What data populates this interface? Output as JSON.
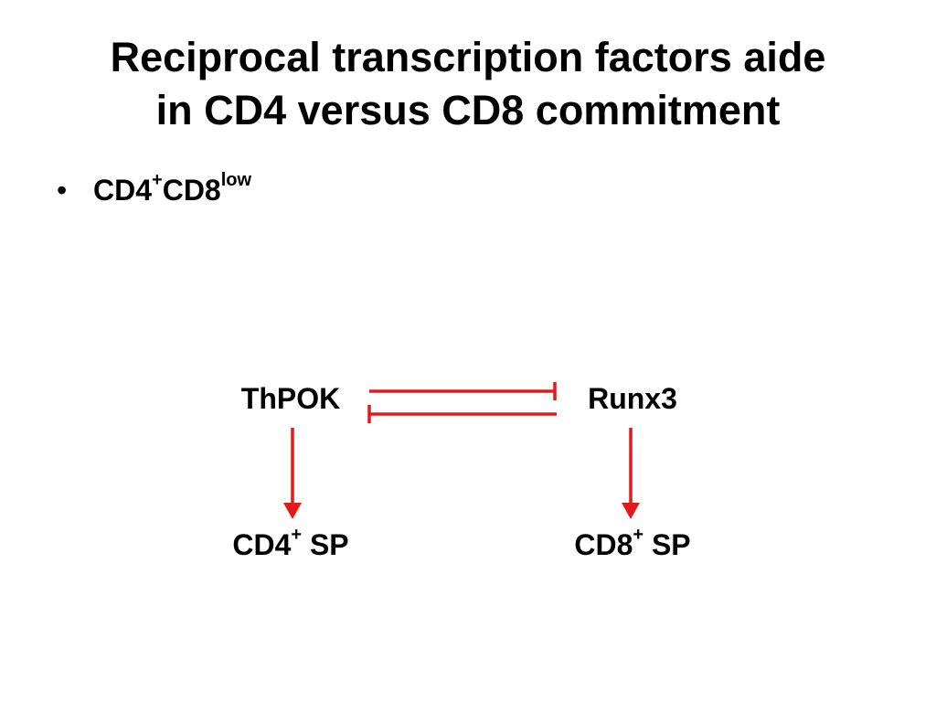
{
  "title": {
    "line1": "Reciprocal transcription factors aide",
    "line2": "in CD4 versus CD8 commitment"
  },
  "bullet": {
    "symbol": "•",
    "text_main_1": "CD4",
    "sup_1": "+",
    "text_main_2": "CD8",
    "sup_2": "low"
  },
  "nodes": {
    "thpok": "ThPOK",
    "runx3": "Runx3",
    "cd4sp_main": "CD4",
    "cd4sp_sup": "+",
    "cd4sp_tail": " SP",
    "cd8sp_main": "CD8",
    "cd8sp_sup": "+",
    "cd8sp_tail": " SP"
  },
  "colors": {
    "arrow": "#e41a1a",
    "text": "#000000"
  }
}
